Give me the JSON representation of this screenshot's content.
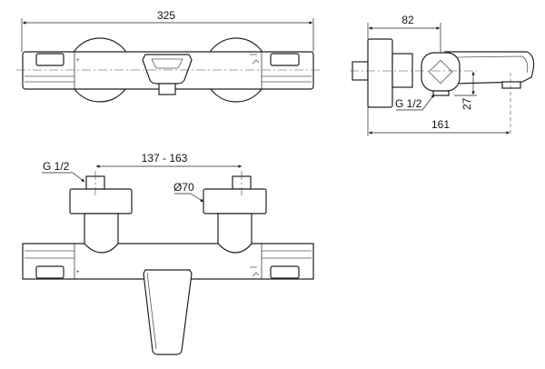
{
  "dimensions": {
    "top_width": "325",
    "side_depth": "82",
    "side_height_offset": "27",
    "side_total_depth": "161",
    "side_thread": "G 1/2",
    "front_center_distance": "137 - 163",
    "front_thread": "G 1/2",
    "front_diameter": "Ø70"
  },
  "colors": {
    "line": "#222222",
    "background": "#ffffff"
  }
}
